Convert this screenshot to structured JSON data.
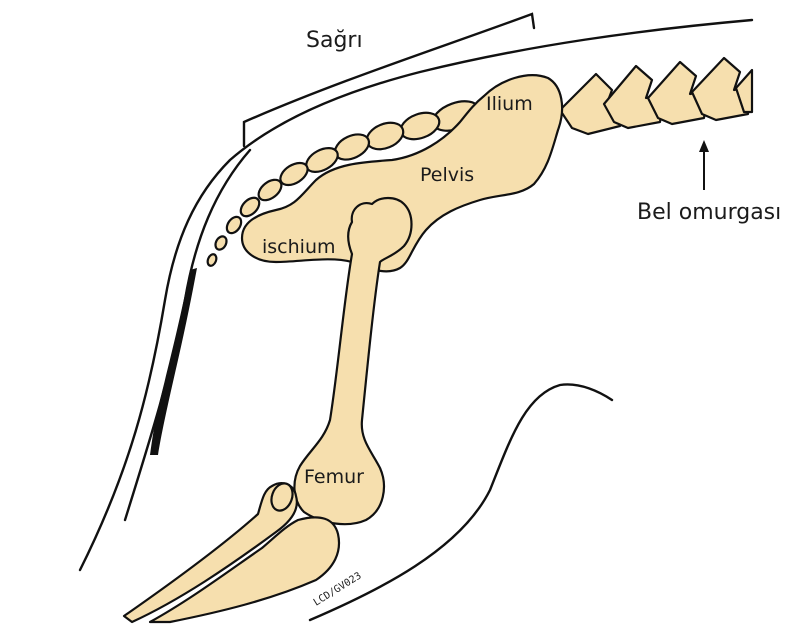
{
  "colors": {
    "bone": "#f6dfae",
    "outline": "#111111",
    "label": "#1b1b1b"
  },
  "labels": {
    "sagri": "Sağrı",
    "bel_omurgasi": "Bel omurgası",
    "ilium": "Ilium",
    "pelvis": "Pelvis",
    "ischium": "ischium",
    "femur": "Femur"
  },
  "signature": "LCD/GV023"
}
